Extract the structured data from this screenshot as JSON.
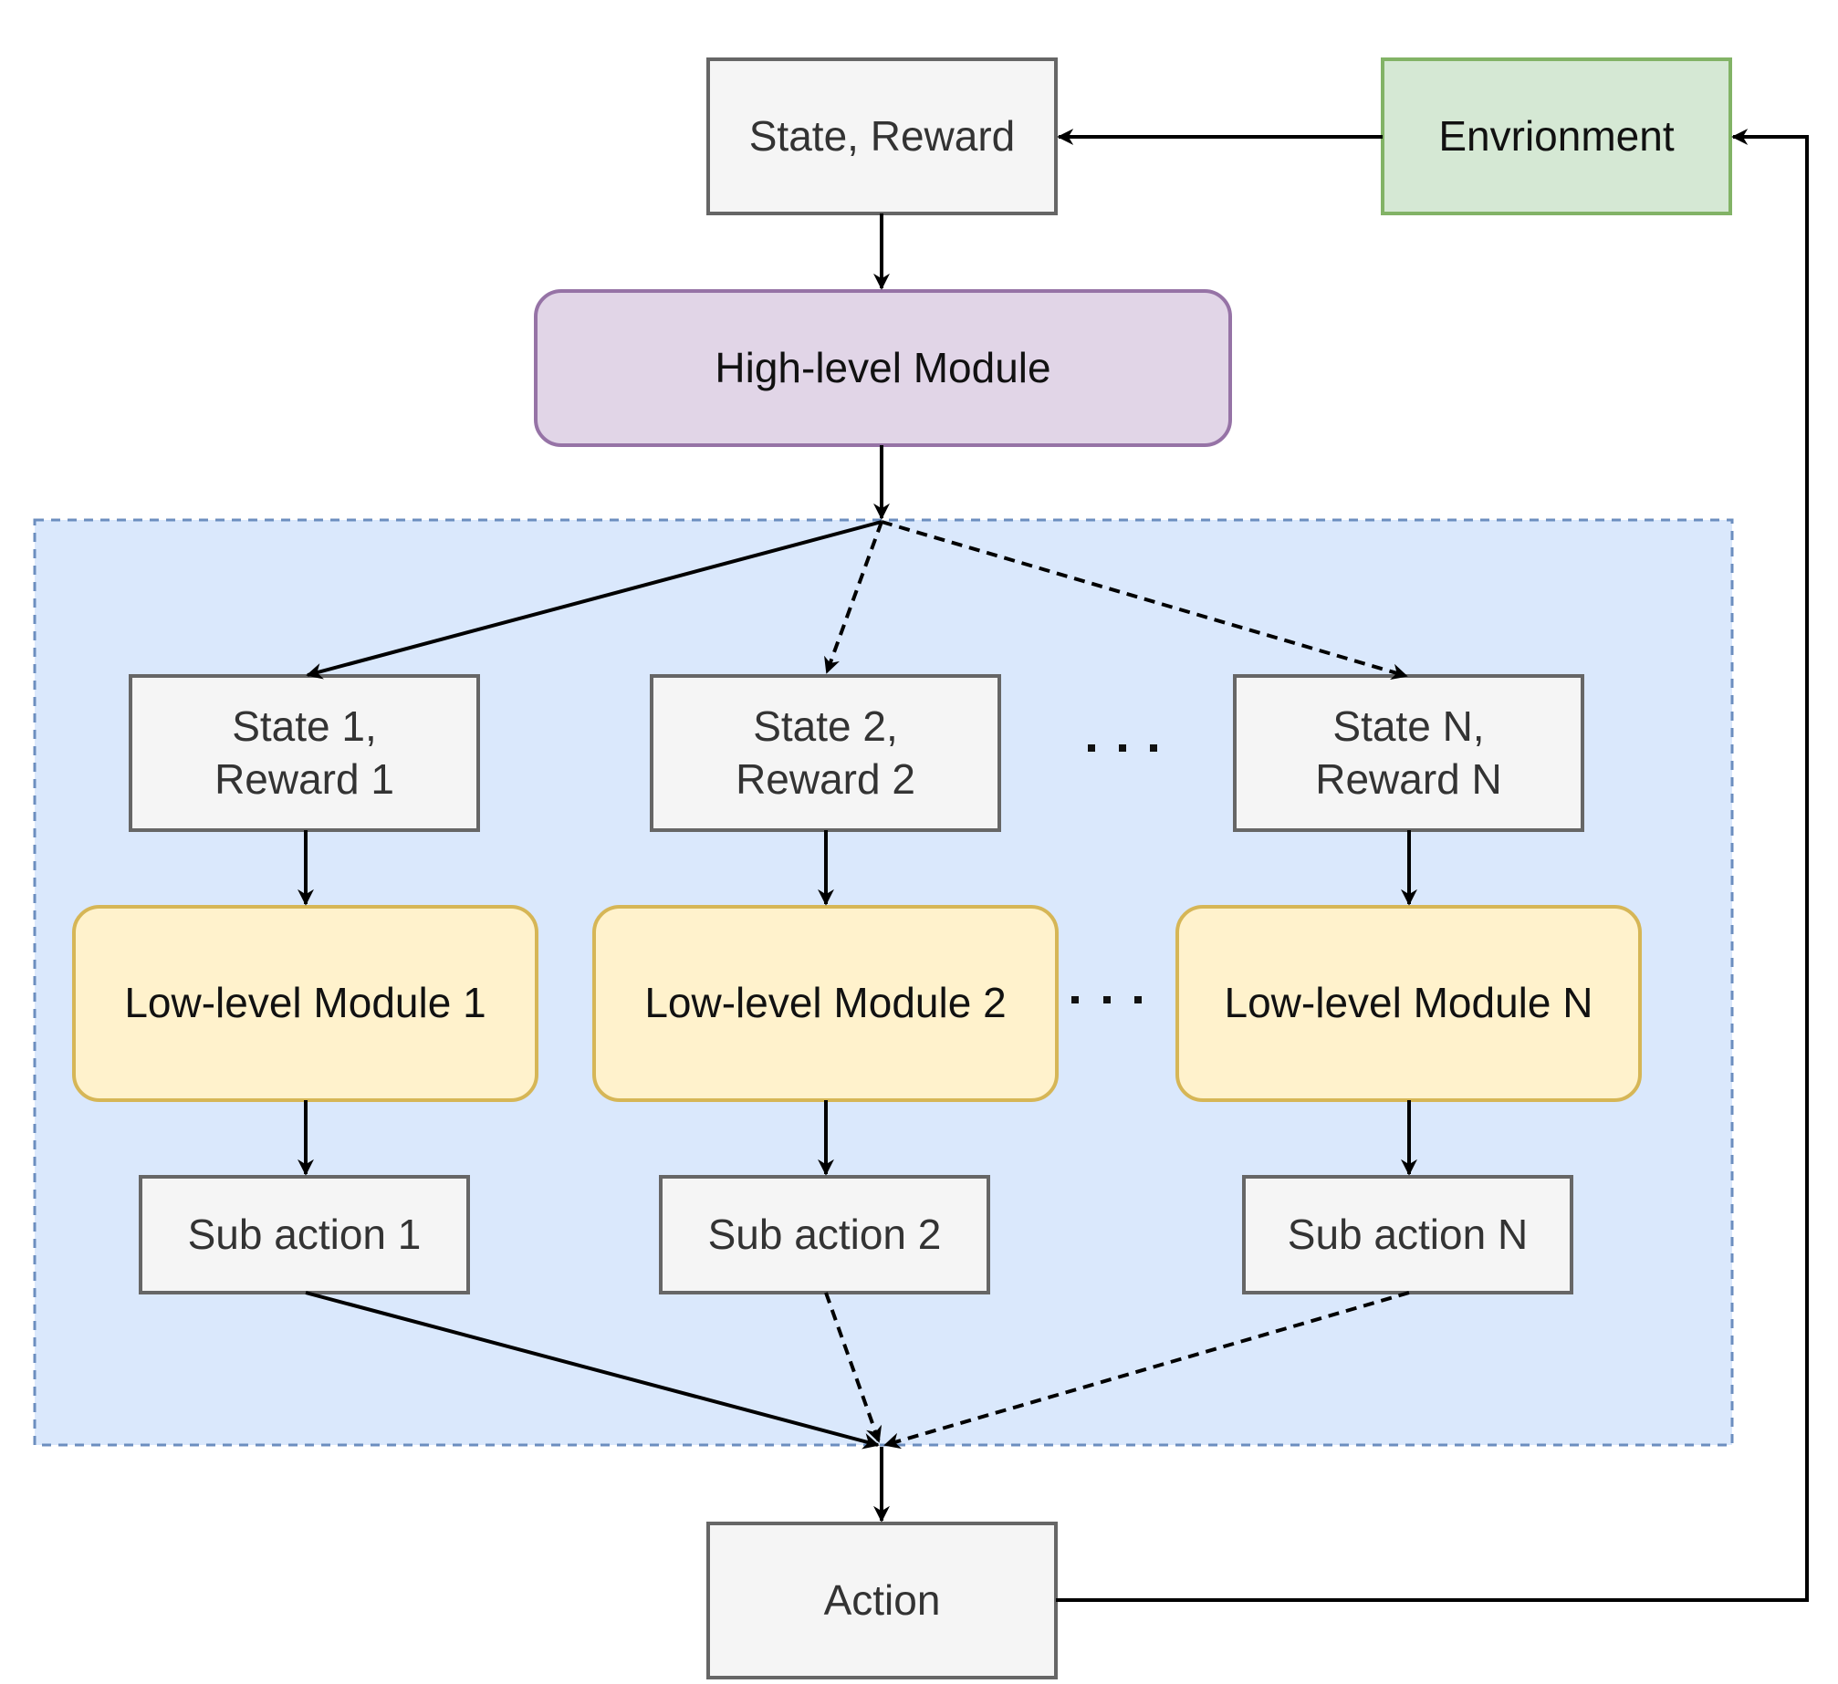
{
  "nodes": {
    "state_reward": "State, Reward",
    "environment": "Envrionment",
    "high_level": "High-level Module",
    "state1_line1": "State 1,",
    "state1_line2": "Reward 1",
    "state2_line1": "State 2,",
    "state2_line2": "Reward 2",
    "stateN_line1": "State N,",
    "stateN_line2": "Reward N",
    "low1": "Low-level Module 1",
    "low2": "Low-level Module 2",
    "lowN": "Low-level Module N",
    "sub1": "Sub action 1",
    "sub2": "Sub action 2",
    "subN": "Sub action N",
    "action": "Action"
  },
  "colors": {
    "gray_fill": "#f5f5f5",
    "gray_stroke": "#666666",
    "green_fill": "#d5e8d4",
    "green_stroke": "#82b366",
    "purple_fill": "#e1d5e7",
    "purple_stroke": "#9673a6",
    "yellow_fill": "#fff2cc",
    "yellow_stroke": "#d6b656",
    "blue_fill": "#dae8fc",
    "blue_stroke": "#6c8ebf"
  }
}
